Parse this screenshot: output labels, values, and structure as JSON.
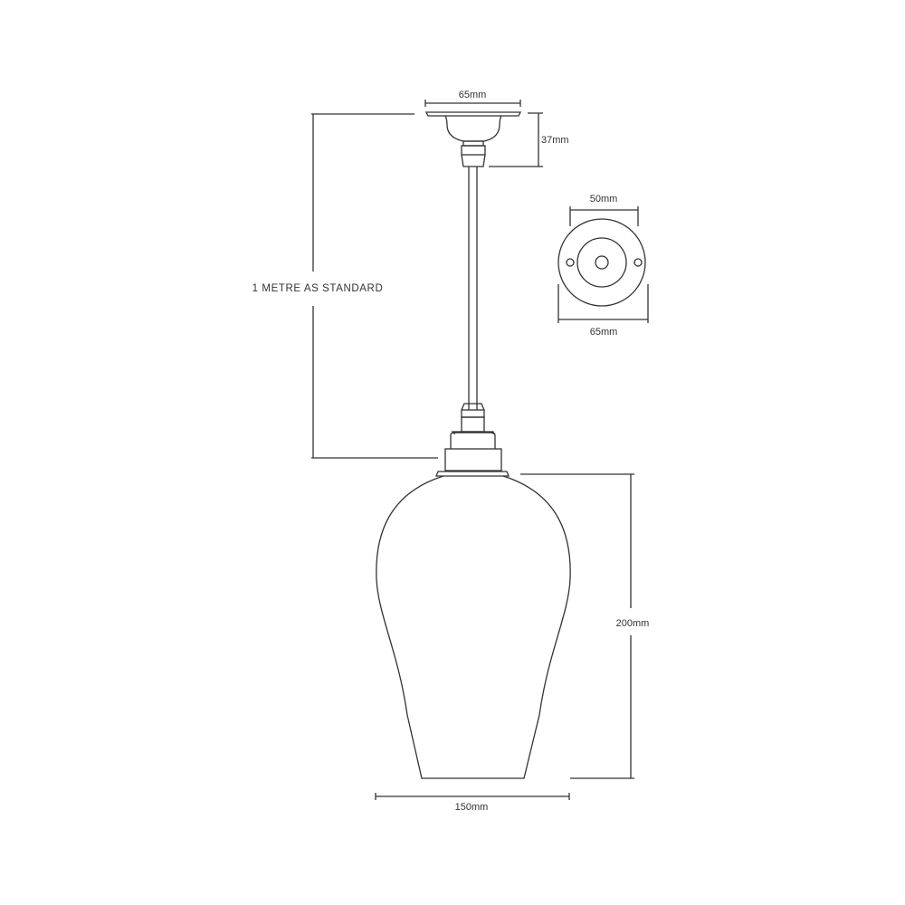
{
  "diagram": {
    "subject": "Pendant light technical drawing",
    "line_color": "#333333",
    "background": "#ffffff",
    "labels": {
      "ceiling_rose_width_top": "65mm",
      "ceiling_rose_height": "37mm",
      "rose_plan_inner": "50mm",
      "rose_plan_outer": "65mm",
      "drop_length": "1 METRE AS STANDARD",
      "shade_height": "200mm",
      "shade_width": "150mm"
    }
  }
}
